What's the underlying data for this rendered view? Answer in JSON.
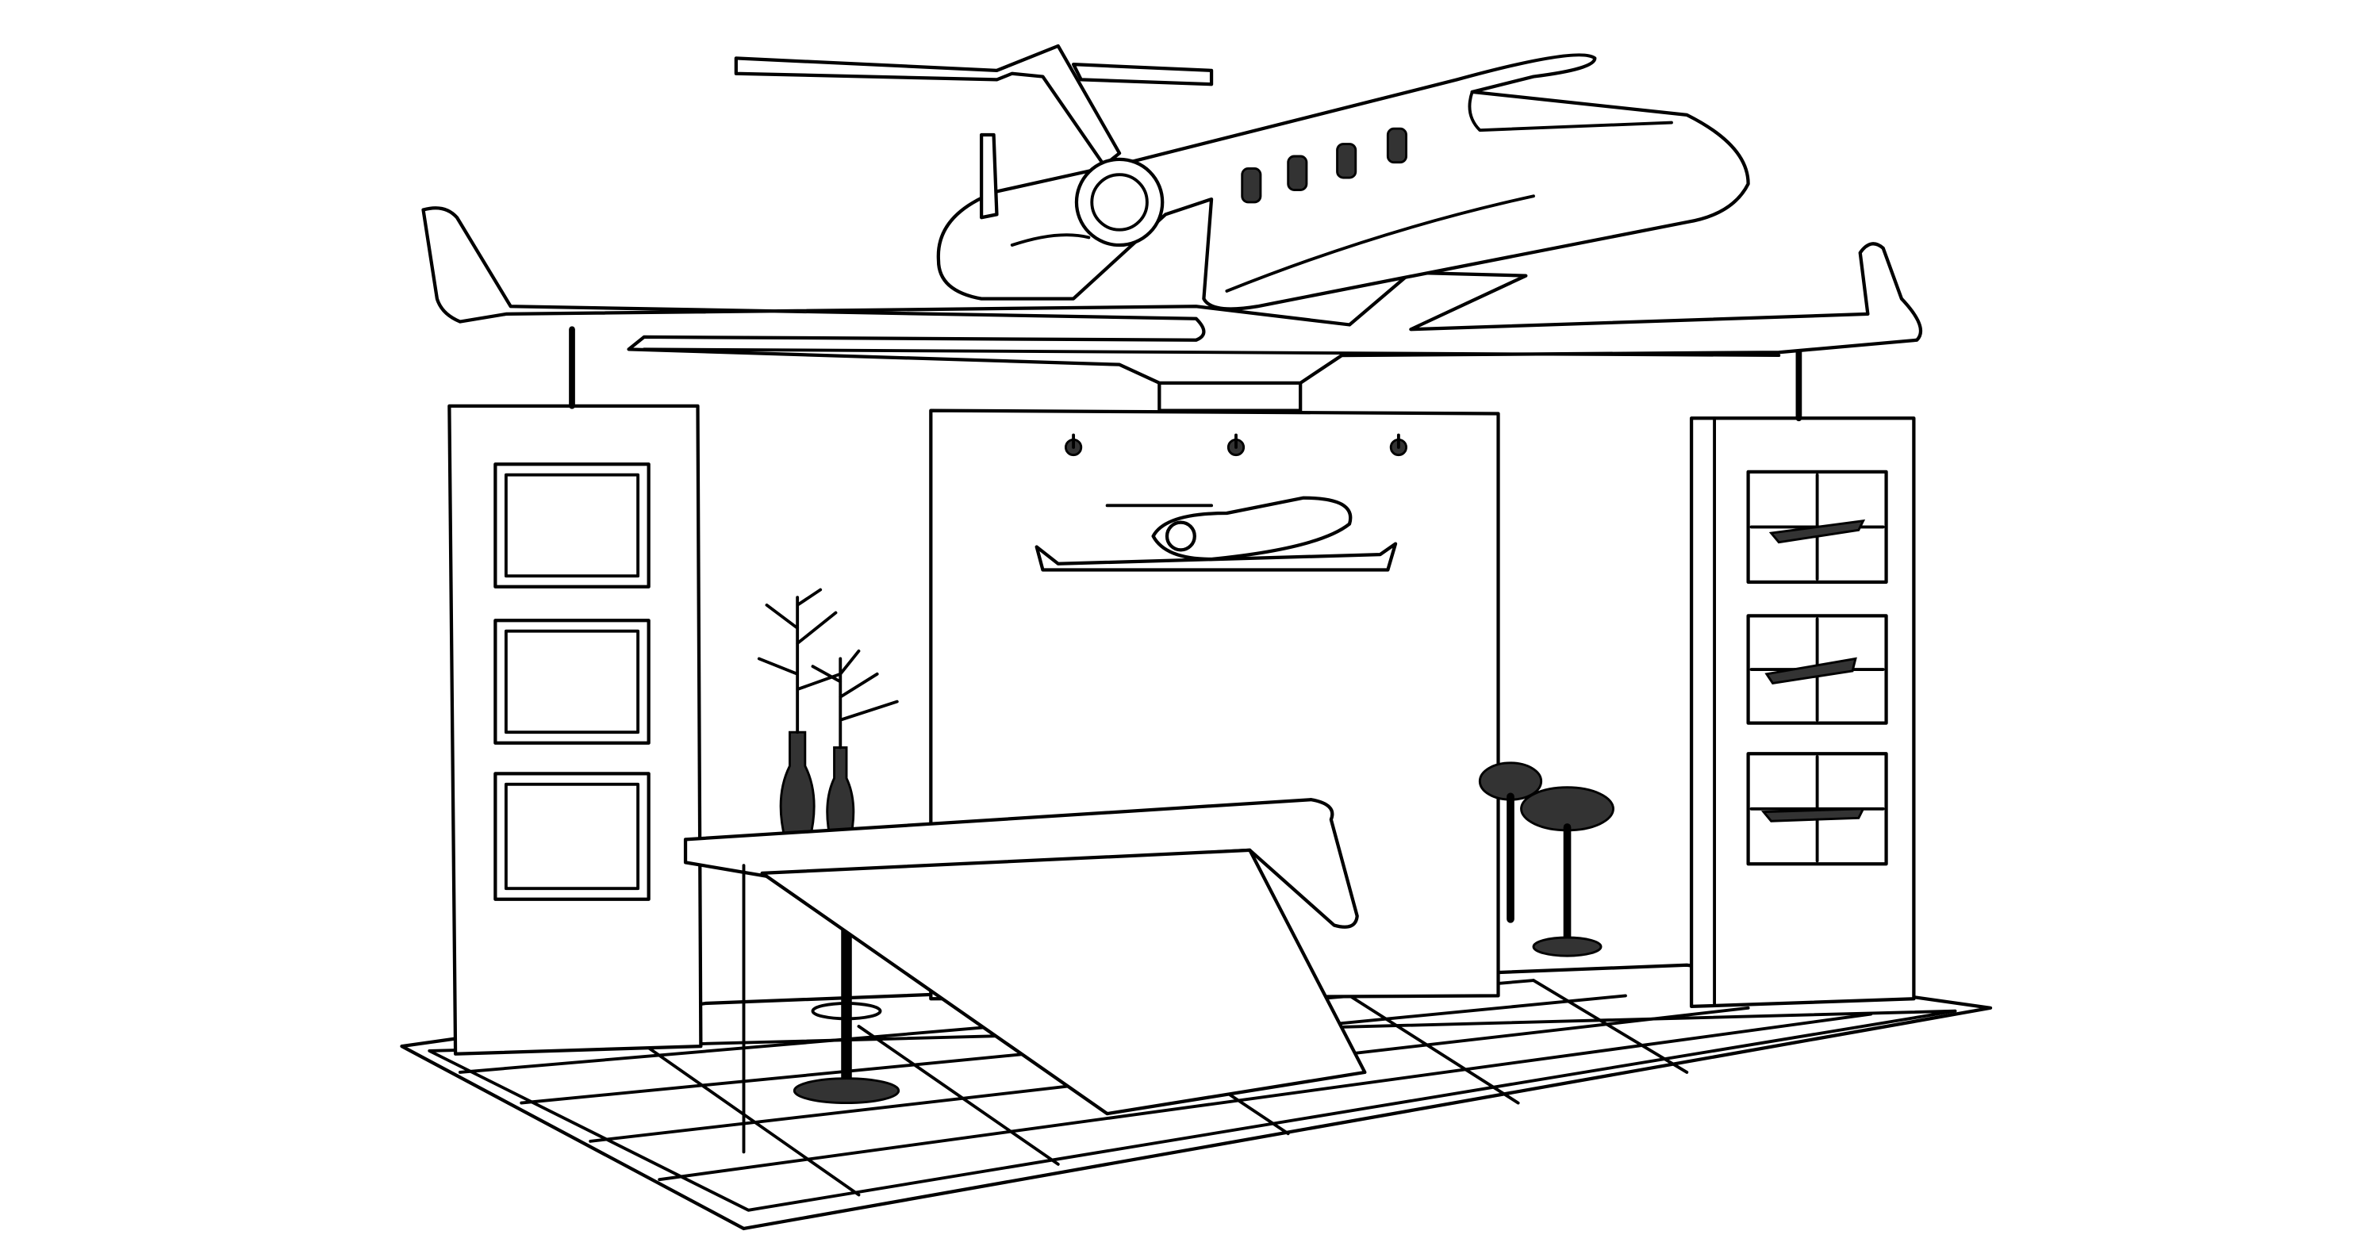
{
  "colors": {
    "line": "#000000",
    "background": "#ffffff"
  },
  "icons": [
    "jet-sculpture",
    "booth-floor",
    "display-column-left",
    "display-column-right",
    "back-wall",
    "reception-desk",
    "vase-plant",
    "bar-stool",
    "spotlight",
    "model-plane"
  ]
}
